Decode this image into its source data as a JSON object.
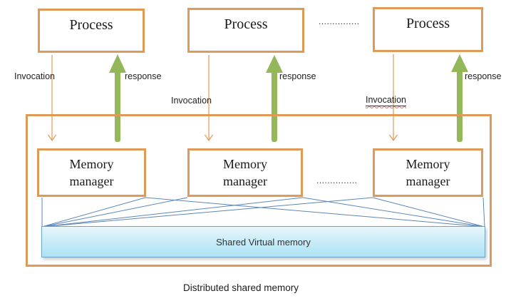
{
  "diagram": {
    "caption": "Distributed shared memory",
    "processes": [
      {
        "label": "Process"
      },
      {
        "label": "Process"
      },
      {
        "label": "Process"
      }
    ],
    "memory_managers": [
      {
        "label": "Memory manager"
      },
      {
        "label": "Memory manager"
      },
      {
        "label": "Memory manager"
      }
    ],
    "shared_memory": {
      "label": "Shared Virtual memory"
    },
    "arrow_labels": {
      "invocations": [
        "Invocation",
        "Invocation",
        "Invocation"
      ],
      "responses": [
        "response",
        "response",
        "response"
      ]
    },
    "ellipses": {
      "process_gap": "...............",
      "memory_gap": "..............."
    }
  },
  "colors": {
    "box_border_orange": "#E09A58",
    "green_arrow": "#94B75A",
    "orange_arrow": "#E09A58",
    "blue_connector": "#5B87B7",
    "bar_gradient_top": "#E8F6FB",
    "bar_gradient_bottom": "#ACE2F5",
    "bar_border": "#6FA4C4"
  }
}
